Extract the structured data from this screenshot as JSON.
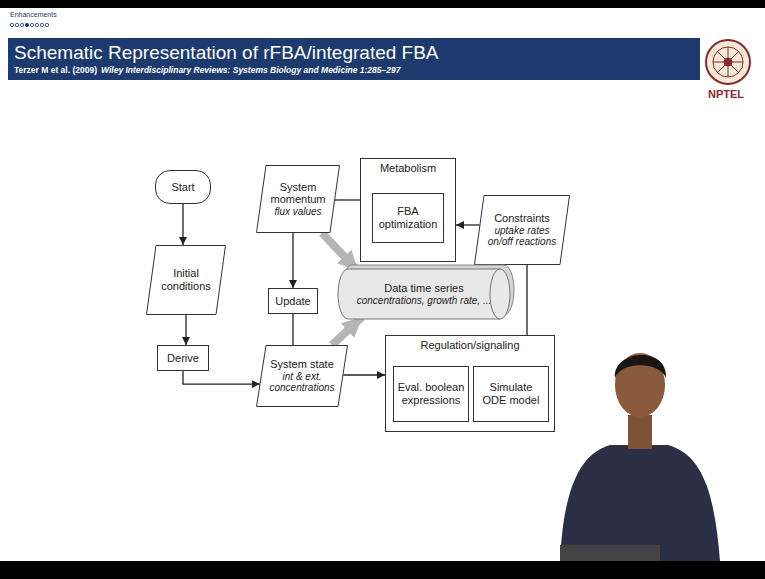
{
  "diagram": {
    "title": "Schematic Representation of rFBA/integrated FBA",
    "nodes": [
      {
        "text": [
          "Start"
        ]
      },
      {
        "text": [
          "Initial conditions"
        ]
      },
      {
        "text": [
          "Derive"
        ]
      },
      {
        "text": [
          "System momentum",
          "flux values"
        ]
      },
      {
        "text": [
          "Metabolism"
        ]
      },
      {
        "text": [
          "FBA optimization"
        ],
        "in": 4
      },
      {
        "text": [
          "Constraints",
          "uptake rates on/off reactions"
        ]
      },
      {
        "text": [
          "Update"
        ]
      },
      {
        "text": [
          "Data time series",
          "concentrations, growth rate, ..."
        ]
      },
      {
        "text": [
          "System state",
          "int & ext. concentrations"
        ]
      },
      {
        "text": [
          "Regulation/signaling"
        ]
      },
      {
        "text": [
          "Eval. boolean expressions"
        ],
        "in": 10
      },
      {
        "text": [
          "Simulate ODE model"
        ],
        "in": 10
      }
    ],
    "edges": [
      {
        "from": 0,
        "to": 1,
        "arrow": "to"
      },
      {
        "from": 1,
        "to": 2,
        "arrow": "to"
      },
      {
        "from": 2,
        "to": 9,
        "arrow": "to"
      },
      {
        "from": 4,
        "to": 3,
        "arrow": "none"
      },
      {
        "from": 3,
        "to": 7,
        "arrow": "to"
      },
      {
        "from": 7,
        "to": 9,
        "arrow": "none"
      },
      {
        "from": 9,
        "to": 10,
        "arrow": "to"
      },
      {
        "from": 10,
        "to": 6,
        "arrow": "none"
      },
      {
        "from": 6,
        "to": 4,
        "arrow": "to"
      },
      {
        "from": 3,
        "to": 8,
        "arrow": "to"
      },
      {
        "from": 9,
        "to": 8,
        "arrow": "to"
      }
    ],
    "labels": [
      "Enhancements",
      "Terzer M et al. (2009)",
      "Wiley Interdisciplinary Reviews: Systems Biology and Medicine 1:285–297",
      "NPTEL"
    ]
  }
}
